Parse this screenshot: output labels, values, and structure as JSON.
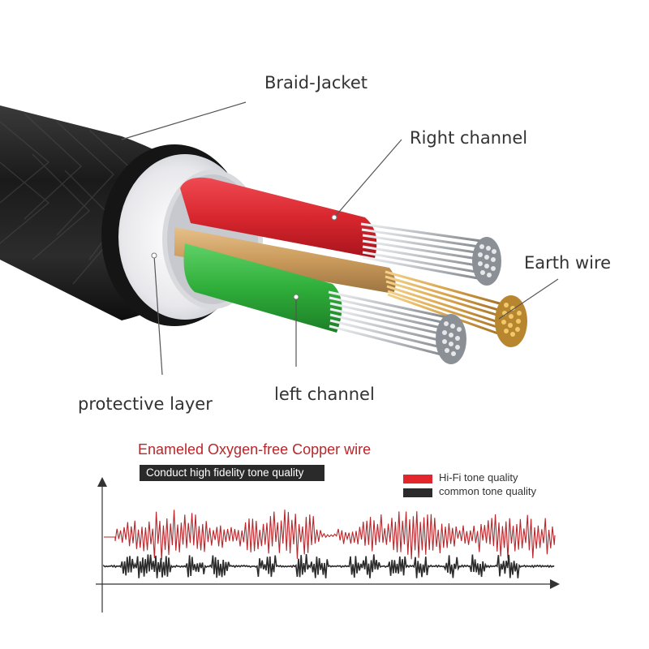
{
  "callouts": {
    "braid_jacket": "Braid-Jacket",
    "right_channel": "Right channel",
    "earth_wire": "Earth wire",
    "protective_layer": "protective layer",
    "left_channel": "left channel"
  },
  "waveform": {
    "title": "Enameled Oxygen-free Copper wire",
    "subtitle": "Conduct high fidelity tone quality",
    "legend": [
      {
        "label": "Hi-Fi tone quality",
        "color": "#e3262b"
      },
      {
        "label": "common tone quality",
        "color": "#2b2b2b"
      }
    ]
  },
  "colors": {
    "jacket": "#1c1c1c",
    "insulation": "#e8e8ec",
    "right_wire": "#d8262e",
    "left_wire": "#2fae3a",
    "earth_wire": "#c99a5b",
    "strands": "#c9ccd0",
    "earth_strands": "#d8a24a",
    "hifi_wave": "#b8262b",
    "common_wave": "#2b2b2b",
    "text": "#333333"
  }
}
